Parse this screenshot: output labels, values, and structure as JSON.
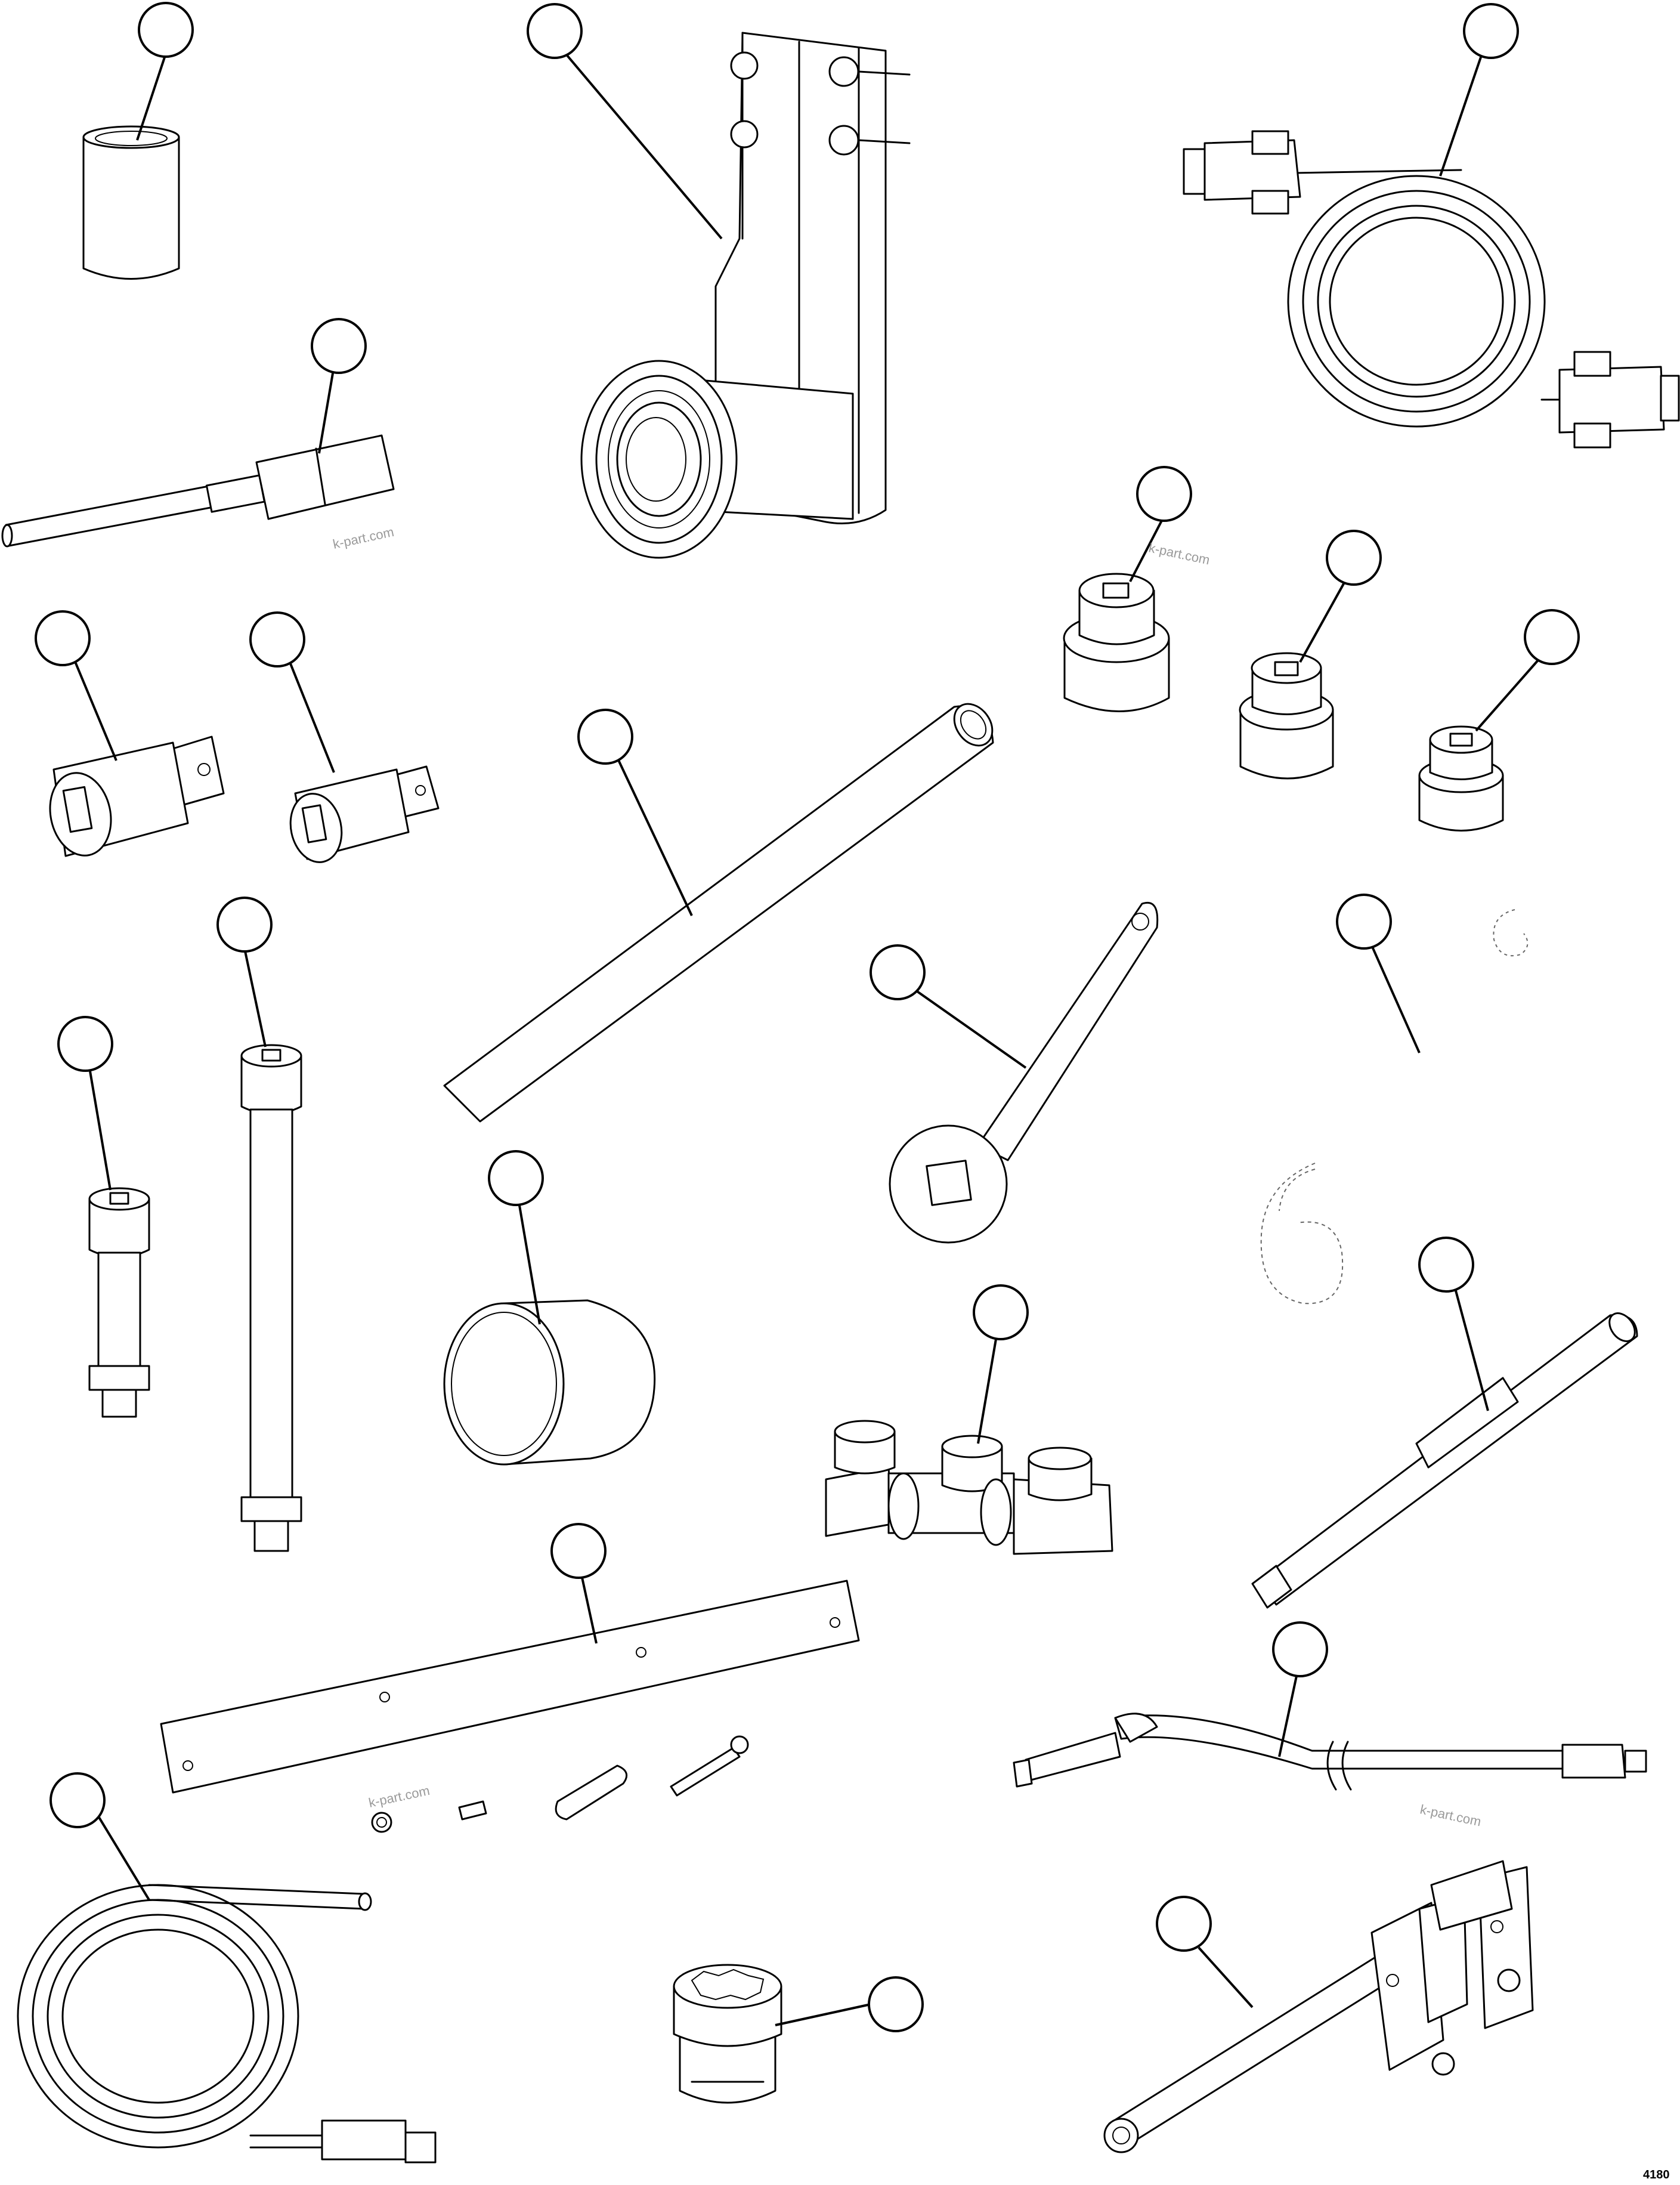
{
  "watermarks": [
    "k-part.com",
    "k-part.com",
    "k-part.com",
    "k-part.com"
  ],
  "drawing_code": "4180",
  "parts": [
    {
      "name": "sleeve",
      "icon": "sleeve-icon"
    },
    {
      "name": "bracket-with-bearing",
      "icon": "bearing-bracket-icon"
    },
    {
      "name": "data-cable",
      "icon": "cable-icon"
    },
    {
      "name": "probe-rod",
      "icon": "probe-icon"
    },
    {
      "name": "socket-large",
      "icon": "socket-icon"
    },
    {
      "name": "socket-medium",
      "icon": "socket-icon"
    },
    {
      "name": "socket-small",
      "icon": "socket-icon"
    },
    {
      "name": "adapter-large",
      "icon": "adapter-icon"
    },
    {
      "name": "adapter-small",
      "icon": "adapter-icon"
    },
    {
      "name": "tube",
      "icon": "tube-icon"
    },
    {
      "name": "spanner-wrench",
      "icon": "wrench-icon"
    },
    {
      "name": "extension-short",
      "icon": "extension-icon"
    },
    {
      "name": "extension-long",
      "icon": "extension-icon"
    },
    {
      "name": "ring-sleeve",
      "icon": "sleeve-icon"
    },
    {
      "name": "faded-ring",
      "icon": "ring-icon"
    },
    {
      "name": "triple-socket-block",
      "icon": "socket-block-icon"
    },
    {
      "name": "rod-with-grip",
      "icon": "rod-icon"
    },
    {
      "name": "flat-bar-kit",
      "icon": "bar-icon"
    },
    {
      "name": "hose",
      "icon": "hose-icon"
    },
    {
      "name": "coiled-tubing",
      "icon": "coil-icon"
    },
    {
      "name": "twelve-point-socket",
      "icon": "socket-icon"
    },
    {
      "name": "puller-fixture",
      "icon": "puller-icon"
    }
  ]
}
